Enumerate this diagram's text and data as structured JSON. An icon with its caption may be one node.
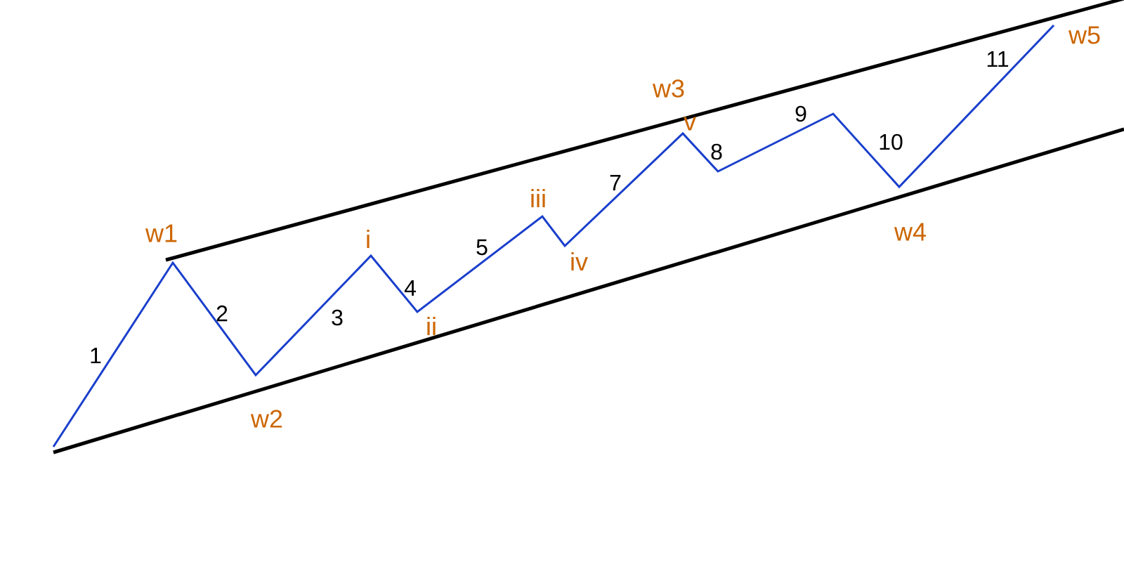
{
  "diagram": {
    "labels": [
      "w1",
      "1",
      "2",
      "w2",
      "3",
      "i",
      "4",
      "ii",
      "5",
      "iii",
      "iv",
      "7",
      "w3",
      "v",
      "8",
      "9",
      "10",
      "w4",
      "11",
      "w5"
    ]
  }
}
